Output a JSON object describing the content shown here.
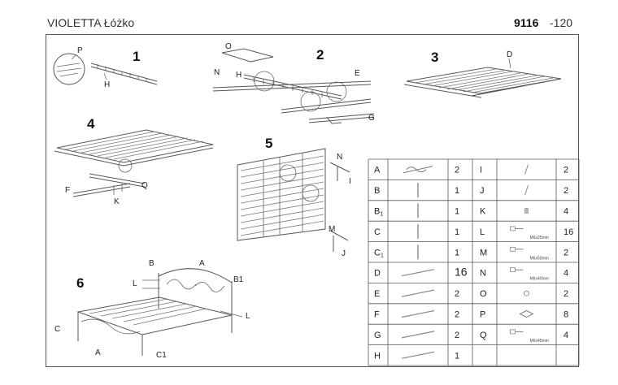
{
  "header": {
    "title": "VIOLETTA Łóżko",
    "code": "9116",
    "variant": "-120"
  },
  "steps": [
    "1",
    "2",
    "3",
    "4",
    "5",
    "6"
  ],
  "callouts": {
    "s1": [
      "P",
      "H"
    ],
    "s2": [
      "O",
      "N",
      "H",
      "E",
      "G"
    ],
    "s3": [
      "D"
    ],
    "s4": [
      "F",
      "K",
      "Q"
    ],
    "s5": [
      "N",
      "I",
      "M",
      "J"
    ],
    "s6": [
      "B",
      "A",
      "L",
      "B1",
      "C",
      "A",
      "C1",
      "L"
    ]
  },
  "parts": [
    {
      "id": "A",
      "qty": "2",
      "id2": "I",
      "qty2": "2"
    },
    {
      "id": "B",
      "qty": "1",
      "id2": "J",
      "qty2": "2"
    },
    {
      "id": "B1",
      "qty": "1",
      "id2": "K",
      "qty2": "4"
    },
    {
      "id": "C",
      "qty": "1",
      "id2": "L",
      "qty2": "16",
      "size2": "M6x25mm"
    },
    {
      "id": "C1",
      "qty": "1",
      "id2": "M",
      "qty2": "2",
      "size2": "M6x50mm"
    },
    {
      "id": "D",
      "qty": "16",
      "id2": "N",
      "qty2": "4",
      "size2": "M6x40mm"
    },
    {
      "id": "E",
      "qty": "2",
      "id2": "O",
      "qty2": "2"
    },
    {
      "id": "F",
      "qty": "2",
      "id2": "P",
      "qty2": "8"
    },
    {
      "id": "G",
      "qty": "2",
      "id2": "Q",
      "qty2": "4",
      "size2": "M6x45mm"
    },
    {
      "id": "H",
      "qty": "1",
      "id2": "",
      "qty2": ""
    }
  ]
}
